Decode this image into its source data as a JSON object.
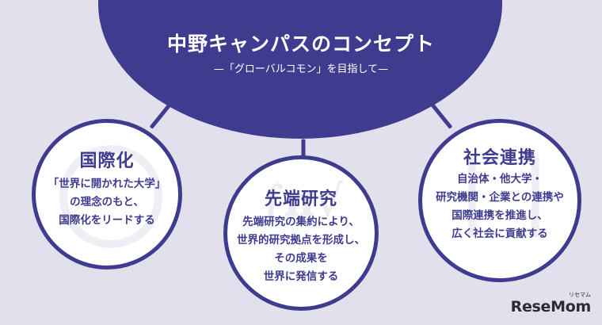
{
  "header": {
    "title": "中野キャンパスのコンセプト",
    "subtitle": "—「グローバルコモン」を目指して—"
  },
  "nodes": [
    {
      "title": "国際化",
      "lines": [
        "「世界に開かれた大学」",
        "の理念のもと、",
        "国際化をリードする"
      ]
    },
    {
      "title": "先端研究",
      "lines": [
        "先端研究の集約により、",
        "世界的研究拠点を形成し、",
        "その成果を",
        "世界に発信する"
      ]
    },
    {
      "title": "社会連携",
      "lines": [
        "自治体・他大学・",
        "研究機関・企業との連携や",
        "国際連携を推進し、",
        "広く社会に貢献する"
      ]
    }
  ],
  "logo": {
    "text": "ReseMom",
    "small": "リセマム"
  },
  "colors": {
    "accent": "#3f3c8f",
    "background": "#e3e0ee",
    "node_fill": "#ffffff"
  }
}
